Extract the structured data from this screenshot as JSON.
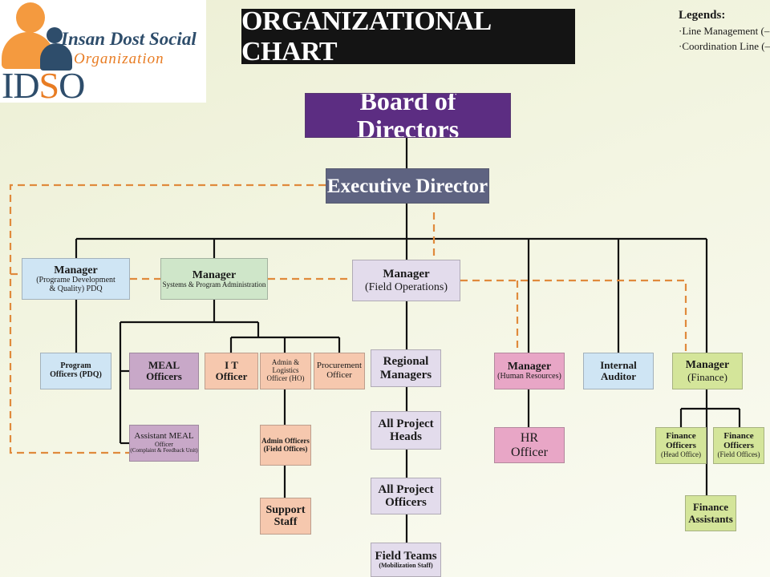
{
  "logo": {
    "name_line1": "Insan Dost Social",
    "name_line2": "Organization",
    "abbr_a": "ID",
    "abbr_b": "S",
    "abbr_c": "O"
  },
  "title": "ORGANIZATIONAL CHART",
  "legend": {
    "title": "Legends:",
    "line_management": "·Line Management (–",
    "coordination_line": "·Coordination Line (–"
  },
  "nodes": {
    "board": "Board of Directors",
    "executive": "Executive Director",
    "pdq_manager": {
      "title": "Manager",
      "sub1": "(Programe Development",
      "sub2": "& Quality) PDQ"
    },
    "spa_manager": {
      "title": "Manager",
      "sub1": "Systems & Program Administration"
    },
    "field_manager": {
      "title": "Manager",
      "sub1": "(Field Operations)"
    },
    "program_officers": {
      "title": "Program",
      "sub1": "Officers (PDQ)"
    },
    "meal_officers": "MEAL Officers",
    "assistant_meal": {
      "title": "Assistant MEAL",
      "sub1": "Officer",
      "sub2": "(Complaint & Feedback Unit)"
    },
    "it_officer": {
      "title": "I T",
      "sub1": "Officer"
    },
    "admin_logistics": {
      "title": "Admin &",
      "sub1": "Logistics",
      "sub2": "Officer (HO)"
    },
    "procurement": {
      "title": "Procurement",
      "sub1": "Officer"
    },
    "admin_officers": {
      "title": "Admin Officers",
      "sub1": "(Field Offices)"
    },
    "support_staff": {
      "title": "Support",
      "sub1": "Staff"
    },
    "regional_managers": {
      "title": "Regional",
      "sub1": "Managers"
    },
    "project_heads": {
      "title": "All Project",
      "sub1": "Heads"
    },
    "project_officers": {
      "title": "All Project",
      "sub1": "Officers"
    },
    "field_teams": {
      "title": "Field Teams",
      "sub1": "(Mobilization Staff)"
    },
    "hr_manager": {
      "title": "Manager",
      "sub1": "(Human Resources)"
    },
    "hr_officer": {
      "title": "HR",
      "sub1": "Officer"
    },
    "internal_auditor": {
      "title": "Internal",
      "sub1": "Auditor"
    },
    "finance_manager": {
      "title": "Manager",
      "sub1": "(Finance)"
    },
    "finance_officers_ho": {
      "title": "Finance",
      "sub1": "Officers",
      "sub2": "(Head Office)"
    },
    "finance_officers_fo": {
      "title": "Finance",
      "sub1": "Officers",
      "sub2": "(Field Offices)"
    },
    "finance_assistants": {
      "title": "Finance",
      "sub1": "Assistants"
    }
  },
  "colors": {
    "board": "#5c2d82",
    "executive": "#5e6381",
    "management_blue": "#cfe5f4",
    "systems_green": "#cfe6c9",
    "field_lavender": "#e3dcec",
    "meal_purple": "#c8a8c8",
    "admin_peach": "#f6c8ae",
    "hr_pink": "#e8a6c6",
    "finance_green": "#d4e59a",
    "line_management": "#111111",
    "coordination_line": "#e08a3c"
  }
}
